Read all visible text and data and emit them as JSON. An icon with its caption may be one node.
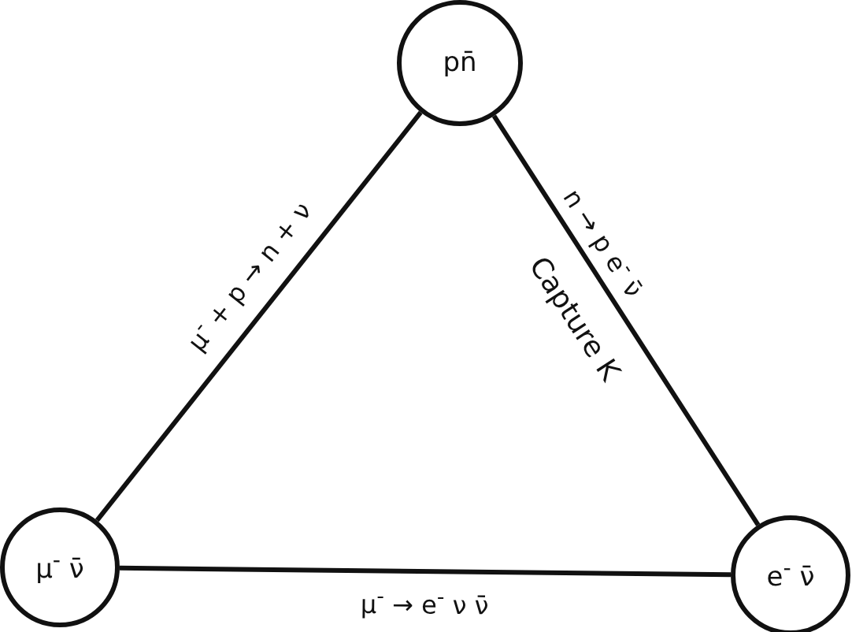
{
  "diagram": {
    "nodes": [
      {
        "text": [
          "pn̄"
        ]
      },
      {
        "text": [
          "μ$^{-}$ ν̄"
        ]
      },
      {
        "text": [
          "e$^{-}$ ν̄"
        ]
      }
    ],
    "edges": [
      {
        "from": 1,
        "to": 0,
        "arrow": "none",
        "label": "μ$^{-}$ + p → n + ν"
      },
      {
        "from": 0,
        "to": 2,
        "arrow": "none",
        "label": "n → p e$^{-}$ ν̄"
      },
      {
        "from": 1,
        "to": 2,
        "arrow": "none",
        "label": "μ$^{-}$ → e$^{-}$ ν ν̄"
      }
    ],
    "labels": [
      "Capture K"
    ]
  }
}
